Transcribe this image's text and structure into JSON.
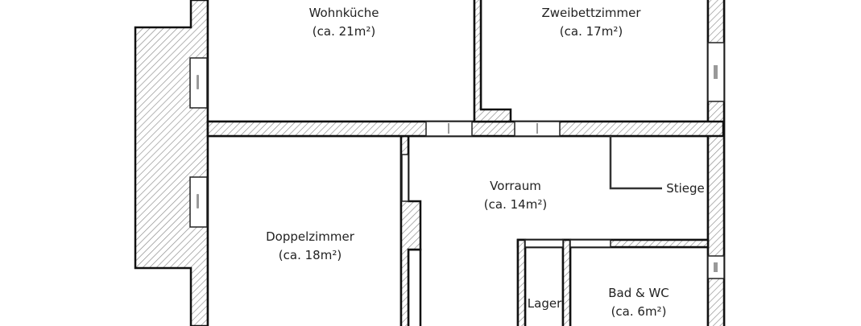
{
  "floorplan": {
    "rooms": [
      {
        "id": "wohnkueche",
        "name": "Wohnküche",
        "area": "(ca. 21m²)"
      },
      {
        "id": "zweibettzimmer",
        "name": "Zweibettzimmer",
        "area": "(ca. 17m²)"
      },
      {
        "id": "doppelzimmer",
        "name": "Doppelzimmer",
        "area": "(ca. 18m²)"
      },
      {
        "id": "vorraum",
        "name": "Vorraum",
        "area": "(ca. 14m²)"
      },
      {
        "id": "bad",
        "name": "Bad & WC",
        "area": "(ca. 6m²)"
      },
      {
        "id": "lager",
        "name": "Lager",
        "area": ""
      }
    ],
    "annotations": [
      {
        "id": "stiege",
        "text": "Stiege"
      }
    ],
    "colors": {
      "wall_stroke": "#111111",
      "hatch": "#888888",
      "background": "#ffffff"
    }
  }
}
